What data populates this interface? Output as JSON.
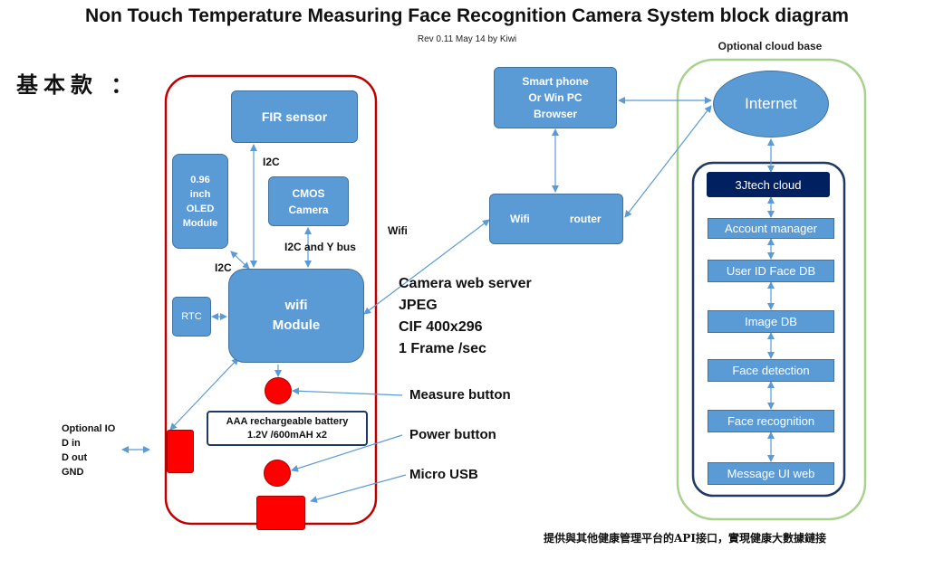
{
  "header": {
    "title": "Non Touch Temperature Measuring Face Recognition Camera System block diagram",
    "subtitle": "Rev 0.11  May 14 by Kiwi",
    "cloud_caption": "Optional cloud base",
    "variant_label": "基本款 ："
  },
  "device": {
    "fir_sensor": "FIR sensor",
    "oled": [
      "0.96",
      "inch",
      "OLED",
      "Module"
    ],
    "cmos": [
      "CMOS",
      "Camera"
    ],
    "rtc": "RTC",
    "wifi_module": [
      "wifi",
      "Module"
    ],
    "battery": [
      "AAA rechargeable battery",
      "1.2V /600mAH x2"
    ],
    "i2c_fir": "I2C",
    "i2c_oled": "I2C",
    "i2c_cmos": "I2C  and Y bus"
  },
  "io": {
    "lines": [
      "Optional IO",
      "D in",
      "D out",
      "GND"
    ]
  },
  "labels": {
    "wifi_link": "Wifi",
    "server": [
      "Camera web server",
      "JPEG",
      "CIF 400x296",
      "1 Frame /sec"
    ],
    "measure_button": "Measure button",
    "power_button": "Power button",
    "micro_usb": "Micro USB"
  },
  "network": {
    "smartphone": [
      "Smart phone",
      "Or Win PC",
      "Browser"
    ],
    "router_wifi": "Wifi",
    "router": "router",
    "internet": "Internet"
  },
  "cloud": {
    "header": "3Jtech cloud",
    "items": [
      "Account manager",
      "User ID Face DB",
      "Image DB",
      "Face detection",
      "Face recognition",
      "Message UI web"
    ]
  },
  "footer": {
    "note": "提供與其他健康管理平台的API接口，實現健康大數據鏈接"
  }
}
